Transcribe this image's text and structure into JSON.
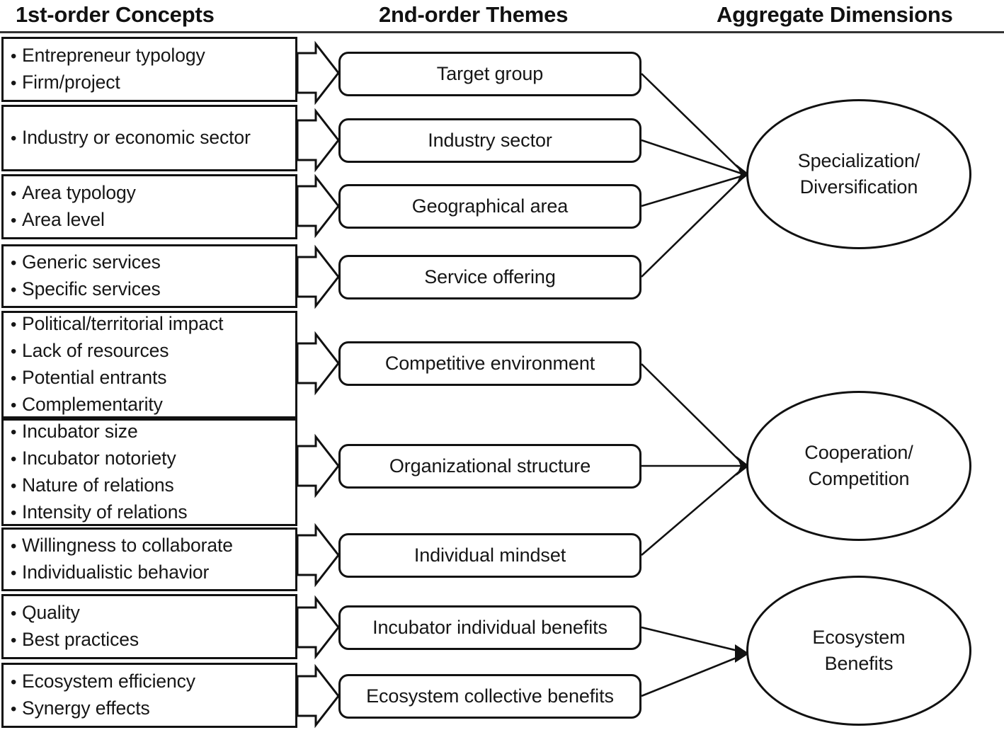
{
  "headers": {
    "first_order": "1st-order Concepts",
    "second_order": "2nd-order Themes",
    "aggregate": "Aggregate Dimensions"
  },
  "first_order_concepts": [
    {
      "id": "c1",
      "items": [
        "Entrepreneur typology",
        "Firm/project"
      ]
    },
    {
      "id": "c2",
      "items": [
        "Industry or economic sector"
      ]
    },
    {
      "id": "c3",
      "items": [
        "Area typology",
        "Area level"
      ]
    },
    {
      "id": "c4",
      "items": [
        "Generic services",
        "Specific services"
      ]
    },
    {
      "id": "c5",
      "items": [
        "Political/territorial impact",
        "Lack of resources",
        "Potential entrants",
        "Complementarity"
      ]
    },
    {
      "id": "c6",
      "items": [
        "Incubator size",
        "Incubator notoriety",
        "Nature of relations",
        "Intensity of relations"
      ]
    },
    {
      "id": "c7",
      "items": [
        "Willingness to collaborate",
        "Individualistic behavior"
      ]
    },
    {
      "id": "c8",
      "items": [
        "Quality",
        "Best practices"
      ]
    },
    {
      "id": "c9",
      "items": [
        "Ecosystem efficiency",
        "Synergy effects"
      ]
    }
  ],
  "second_order_themes": [
    {
      "id": "t1",
      "label": "Target group"
    },
    {
      "id": "t2",
      "label": "Industry sector"
    },
    {
      "id": "t3",
      "label": "Geographical area"
    },
    {
      "id": "t4",
      "label": "Service offering"
    },
    {
      "id": "t5",
      "label": "Competitive environment"
    },
    {
      "id": "t6",
      "label": "Organizational structure"
    },
    {
      "id": "t7",
      "label": "Individual mindset"
    },
    {
      "id": "t8",
      "label": "Incubator individual benefits"
    },
    {
      "id": "t9",
      "label": "Ecosystem collective benefits"
    }
  ],
  "aggregate_dimensions": [
    {
      "id": "d1",
      "line1": "Specialization/",
      "line2": "Diversification"
    },
    {
      "id": "d2",
      "line1": "Cooperation/",
      "line2": "Competition"
    },
    {
      "id": "d3",
      "line1": "Ecosystem",
      "line2": "Benefits"
    }
  ],
  "colors": {
    "stroke": "#111111",
    "text": "#161616",
    "background": "#ffffff"
  }
}
